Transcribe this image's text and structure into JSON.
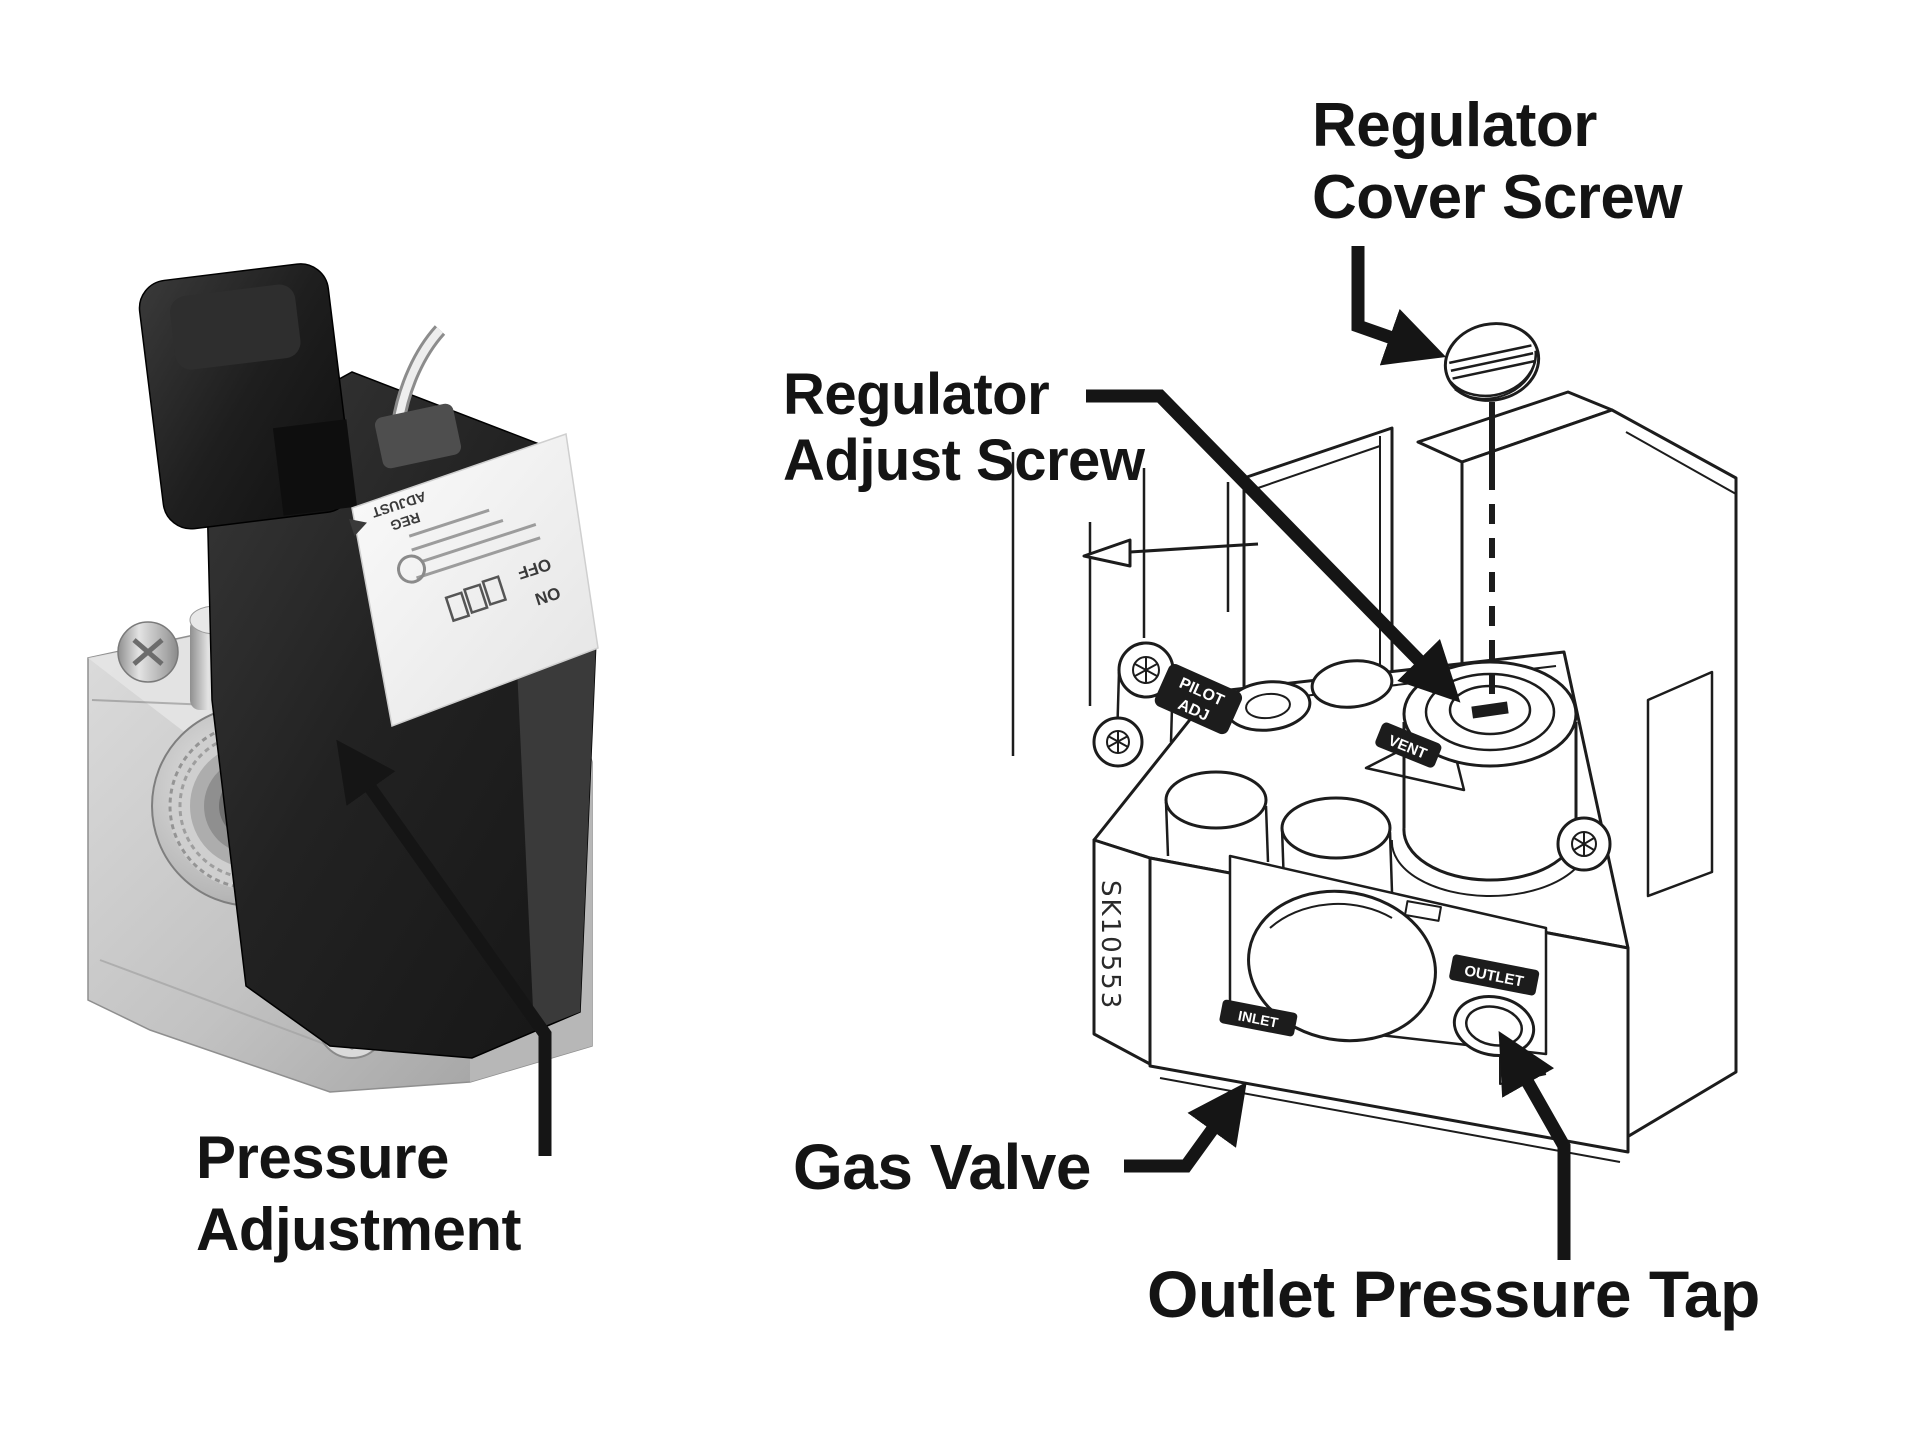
{
  "annotations": {
    "regulator_cover_screw": {
      "line1": "Regulator",
      "line2": "Cover Screw"
    },
    "regulator_adjust_screw": {
      "line1": "Regulator",
      "line2": "Adjust Screw"
    },
    "pressure_adjustment": {
      "line1": "Pressure",
      "line2": "Adjustment"
    },
    "gas_valve": {
      "label": "Gas Valve"
    },
    "outlet_pressure_tap": {
      "label": "Outlet Pressure Tap"
    }
  },
  "line_drawing": {
    "part_code": "SK10553",
    "embossed": {
      "pilot1": "PILOT",
      "pilot2": "ADJ",
      "vent": "VENT",
      "inlet": "INLET",
      "outlet": "OUTLET"
    }
  },
  "photo": {
    "label": {
      "on": "ON",
      "off": "OFF",
      "reg1": "REG",
      "reg2": "ADJUST"
    }
  },
  "colors": {
    "background": "#ffffff",
    "label_text": "#141414",
    "leader_line": "#151515",
    "drawing_line": "#1c1c1c",
    "photo_dark": "#1e1e1e",
    "photo_metal": "#c9c9c9"
  }
}
